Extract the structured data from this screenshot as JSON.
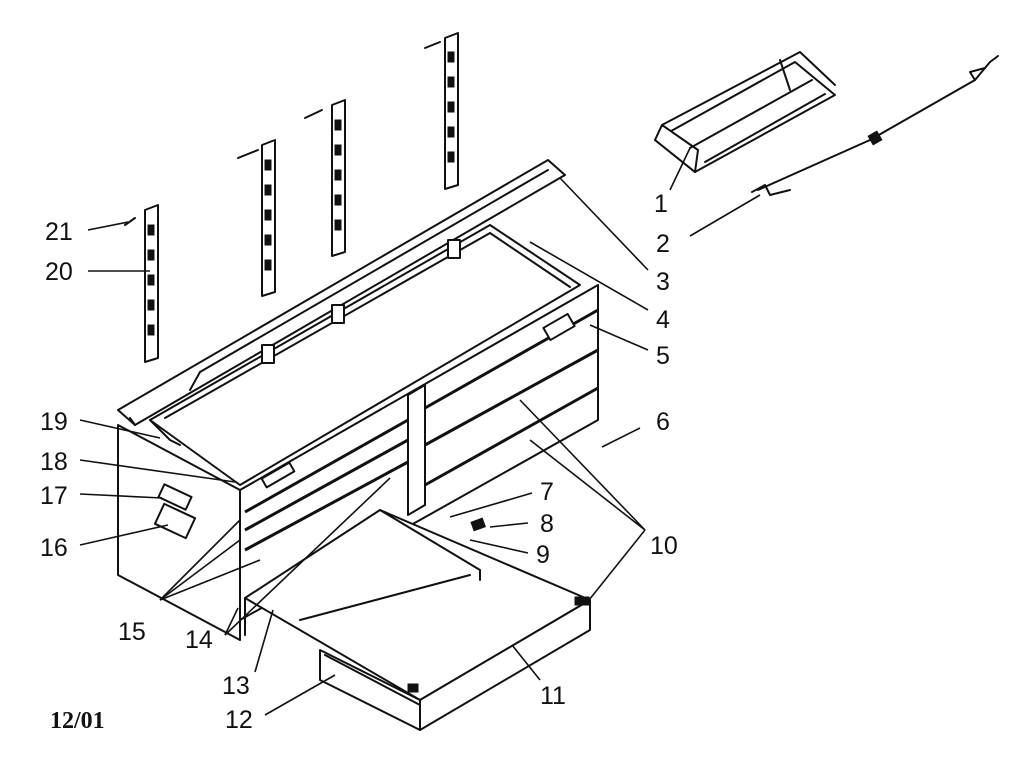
{
  "callouts": [
    {
      "id": "c1",
      "label": "1"
    },
    {
      "id": "c2",
      "label": "2"
    },
    {
      "id": "c3",
      "label": "3"
    },
    {
      "id": "c4",
      "label": "4"
    },
    {
      "id": "c5",
      "label": "5"
    },
    {
      "id": "c6",
      "label": "6"
    },
    {
      "id": "c7",
      "label": "7"
    },
    {
      "id": "c8",
      "label": "8"
    },
    {
      "id": "c9",
      "label": "9"
    },
    {
      "id": "c10",
      "label": "10"
    },
    {
      "id": "c11",
      "label": "11"
    },
    {
      "id": "c12",
      "label": "12"
    },
    {
      "id": "c13",
      "label": "13"
    },
    {
      "id": "c14",
      "label": "14"
    },
    {
      "id": "c15",
      "label": "15"
    },
    {
      "id": "c16",
      "label": "16"
    },
    {
      "id": "c17",
      "label": "17"
    },
    {
      "id": "c18",
      "label": "18"
    },
    {
      "id": "c19",
      "label": "19"
    },
    {
      "id": "c20",
      "label": "20"
    },
    {
      "id": "c21",
      "label": "21"
    }
  ],
  "date_code": "12/01"
}
